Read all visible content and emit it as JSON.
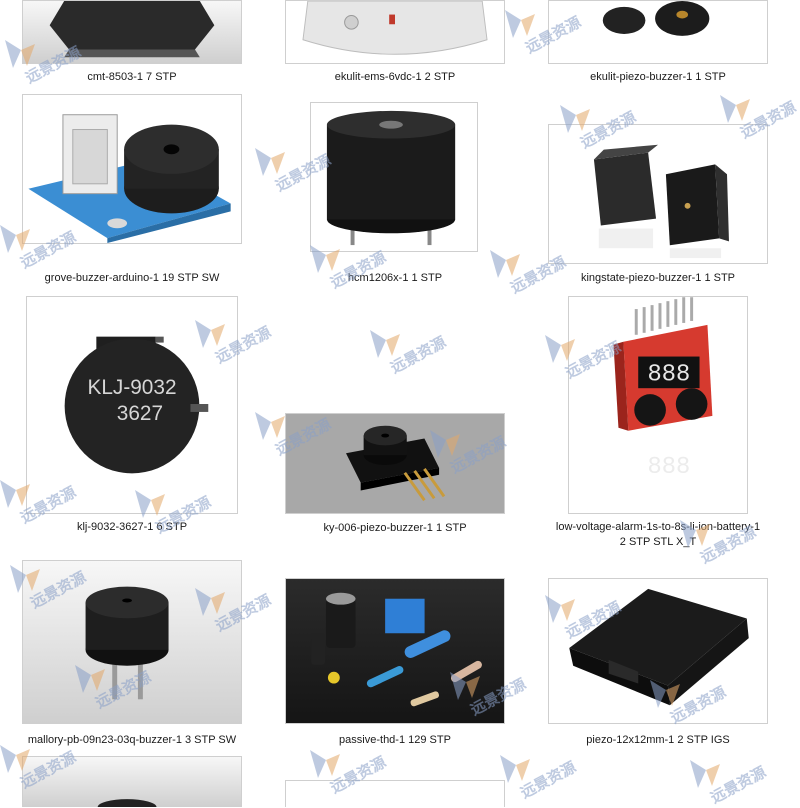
{
  "files": [
    {
      "name": "cmt-8503-1 7 STP"
    },
    {
      "name": "ekulit-ems-6vdc-1 2 STP"
    },
    {
      "name": "ekulit-piezo-buzzer-1 1 STP"
    },
    {
      "name": "grove-buzzer-arduino-1 19 STP SW"
    },
    {
      "name": "hcm1206x-1 1 STP"
    },
    {
      "name": "kingstate-piezo-buzzer-1 1 STP"
    },
    {
      "name": "klj-9032-3627-1 6 STP"
    },
    {
      "name": "ky-006-piezo-buzzer-1 1 STP"
    },
    {
      "name": "low-voltage-alarm-1s-to-8s-li-ion-battery-1",
      "name2": "2 STP STL X_T"
    },
    {
      "name": "mallory-pb-09n23-03q-buzzer-1 3 STP SW"
    },
    {
      "name": "passive-thd-1 129 STP"
    },
    {
      "name": "piezo-12x12mm-1 2 STP IGS"
    }
  ],
  "klj_marking": {
    "line1": "KLJ-9032",
    "line2": "3627"
  },
  "alarm_display": "888",
  "watermark": {
    "text": "远景资源",
    "color": "#8aa0c8"
  }
}
